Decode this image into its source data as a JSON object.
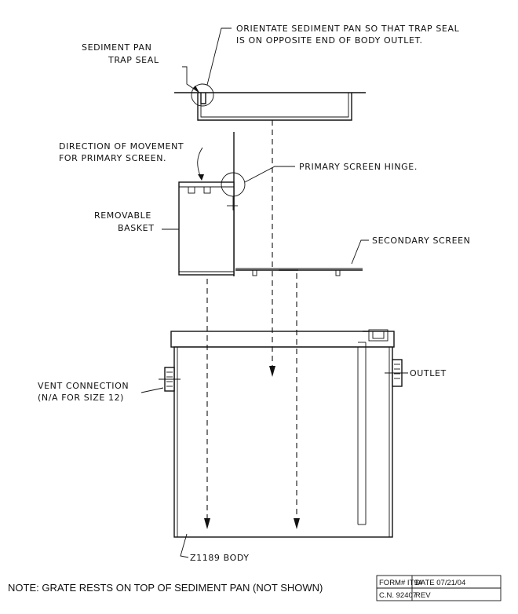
{
  "labels": {
    "sediment_pan_trap_seal": [
      "SEDIMENT PAN",
      "TRAP SEAL"
    ],
    "orientate_note": [
      "ORIENTATE SEDIMENT PAN SO THAT TRAP SEAL",
      "IS ON OPPOSITE END OF BODY OUTLET."
    ],
    "direction_of_movement": [
      "DIRECTION OF MOVEMENT",
      "FOR PRIMARY SCREEN."
    ],
    "primary_screen_hinge": "PRIMARY SCREEN HINGE.",
    "removable_basket": [
      "REMOVABLE",
      "BASKET"
    ],
    "secondary_screen": "SECONDARY SCREEN",
    "vent_connection": [
      "VENT CONNECTION",
      "(N/A FOR SIZE 12)"
    ],
    "outlet": "OUTLET",
    "body": "Z1189 BODY"
  },
  "note": "NOTE:  GRATE RESTS ON TOP OF SEDIMENT PAN  (NOT SHOWN)",
  "title_block": {
    "form": "FORM# IT94",
    "date": "DATE 07/21/04",
    "cn": "C.N. 92407",
    "rev": "REV"
  }
}
